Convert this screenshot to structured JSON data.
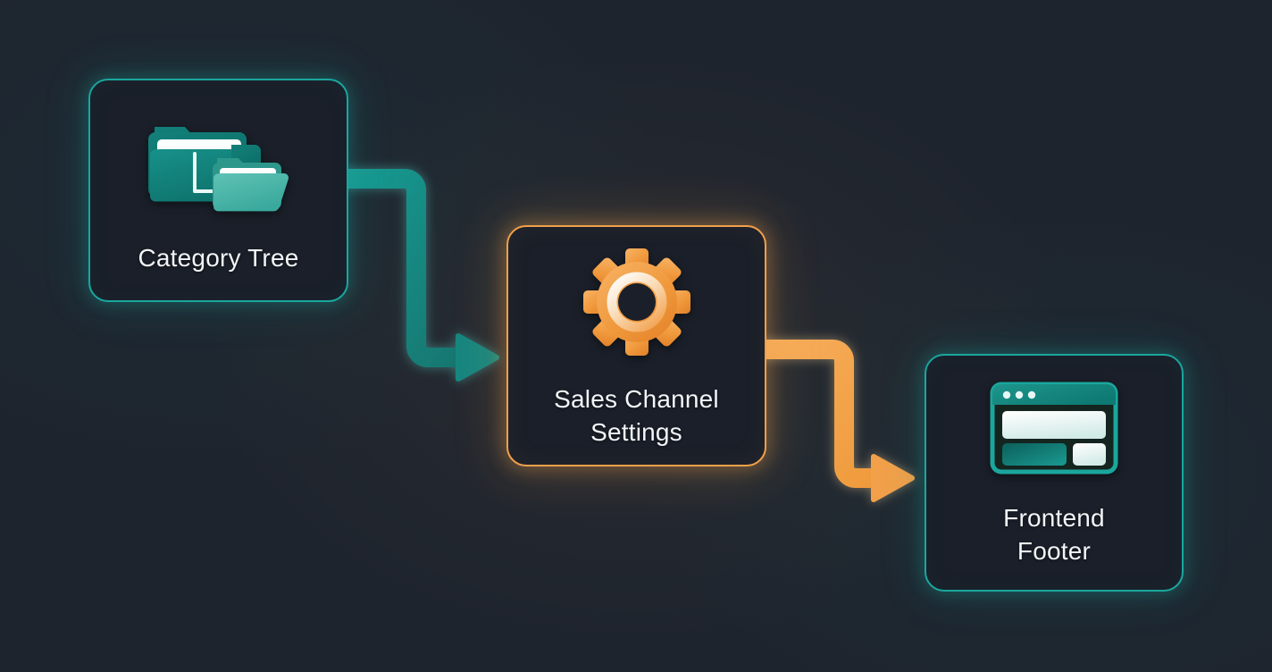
{
  "diagram": {
    "background_color": "#1e242e",
    "node_fill_color": "#1a1f29",
    "teal_accent": "#1ba69d",
    "orange_accent": "#f0a04b",
    "label_color": "#f2f4f7"
  },
  "nodes": [
    {
      "id": "category-tree",
      "label": "Category Tree",
      "icon": "folders-icon",
      "accent": "#1ba69d",
      "style": "teal"
    },
    {
      "id": "sales-channel-settings",
      "label": "Sales Channel\nSettings",
      "icon": "gear-icon",
      "accent": "#f0a04b",
      "style": "orange"
    },
    {
      "id": "frontend-footer",
      "label": "Frontend\nFooter",
      "icon": "browser-window-icon",
      "accent": "#1ba69d",
      "style": "teal"
    }
  ],
  "connectors": [
    {
      "id": "category-tree-to-sales-channel",
      "from": "category-tree",
      "to": "sales-channel-settings",
      "color": "#16857f",
      "arrowhead": "right"
    },
    {
      "id": "sales-channel-to-frontend-footer",
      "from": "sales-channel-settings",
      "to": "frontend-footer",
      "color": "#f0a04b",
      "arrowhead": "right"
    }
  ]
}
